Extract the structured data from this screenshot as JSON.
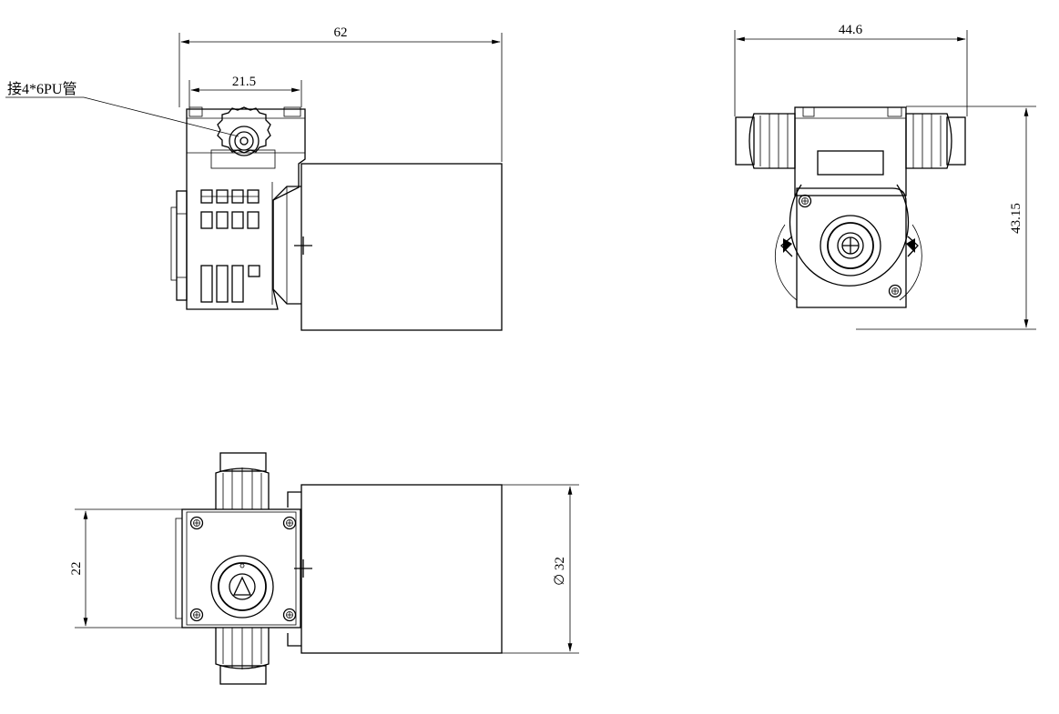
{
  "drawing": {
    "dimensions": {
      "overall_length": "62",
      "fitting_width": "21.5",
      "side_width": "44.6",
      "side_height": "43.15",
      "mount_spacing": "22",
      "motor_diameter": "32",
      "diameter_symbol": "∅"
    },
    "callout": {
      "connector_note": "接4*6PU管"
    }
  }
}
